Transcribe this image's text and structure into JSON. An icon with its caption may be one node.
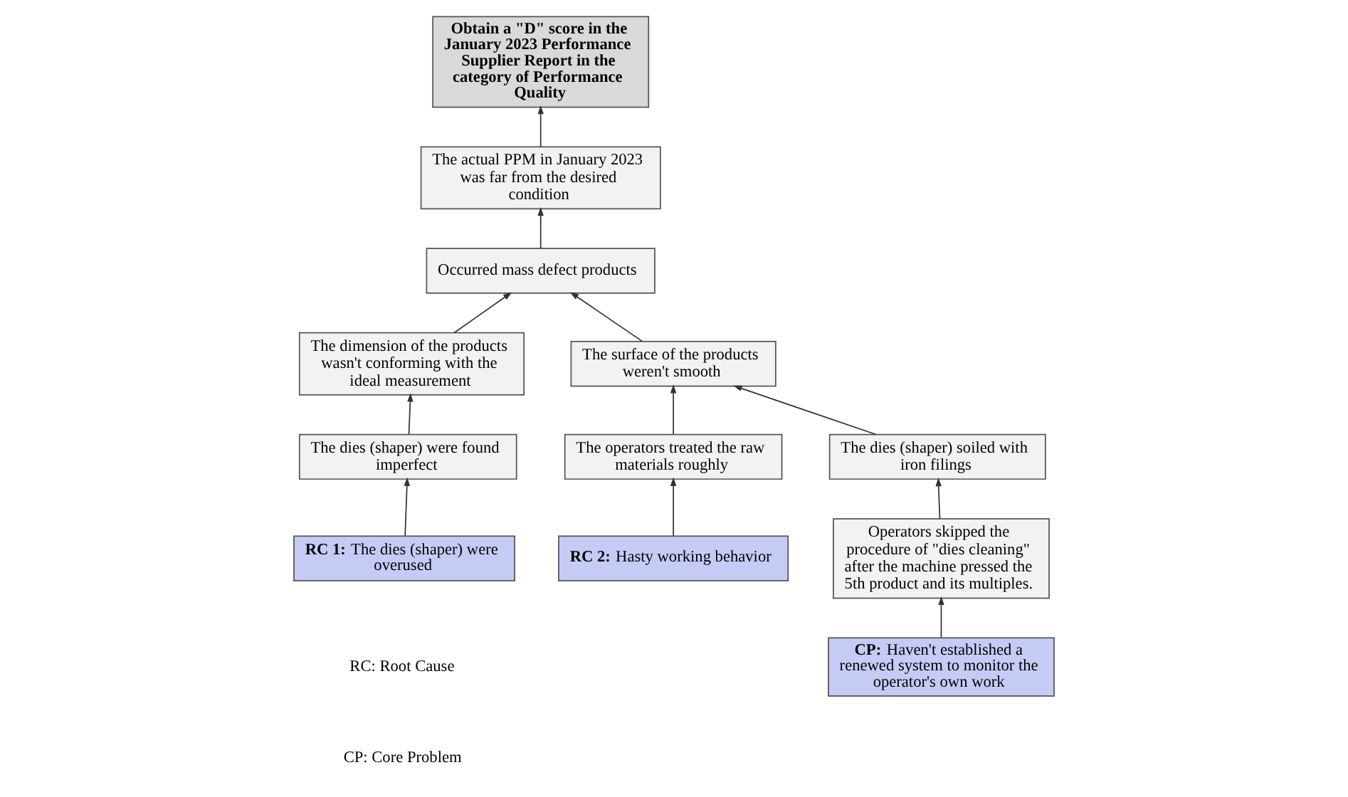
{
  "diagram": {
    "nodes": [
      {
        "text": [
          "Obtain a \"D\" score in the January 2023 Performance Supplier Report in the category of Performance Quality"
        ]
      },
      {
        "text": [
          "The actual PPM in January 2023 was far from the desired condition"
        ]
      },
      {
        "text": [
          "Occurred mass defect products"
        ]
      },
      {
        "text": [
          "The dimension of the products wasn't conforming with the ideal measurement"
        ]
      },
      {
        "text": [
          "The surface of the products weren't smooth"
        ]
      },
      {
        "text": [
          "The dies (shaper) were found imperfect"
        ]
      },
      {
        "text": [
          "The operators treated the raw materials roughly"
        ]
      },
      {
        "text": [
          "The dies (shaper) soiled with iron filings"
        ]
      },
      {
        "text": [
          "**RC 1:** The dies (shaper) were overused"
        ]
      },
      {
        "text": [
          "**RC 2:** Hasty working behavior"
        ]
      },
      {
        "text": [
          "Operators skipped the procedure of \"dies cleaning\" after the machine pressed the 5th product and its multiples."
        ]
      },
      {
        "text": [
          "**CP:** Haven't established a renewed system to monitor the operator's own work"
        ]
      }
    ],
    "edges": [
      {
        "from": 1,
        "to": 0,
        "arrow": "to"
      },
      {
        "from": 2,
        "to": 1,
        "arrow": "to"
      },
      {
        "from": 3,
        "to": 2,
        "arrow": "to"
      },
      {
        "from": 4,
        "to": 2,
        "arrow": "to"
      },
      {
        "from": 5,
        "to": 3,
        "arrow": "to"
      },
      {
        "from": 6,
        "to": 4,
        "arrow": "to"
      },
      {
        "from": 7,
        "to": 4,
        "arrow": "to"
      },
      {
        "from": 8,
        "to": 5,
        "arrow": "to"
      },
      {
        "from": 9,
        "to": 6,
        "arrow": "to"
      },
      {
        "from": 10,
        "to": 7,
        "arrow": "to"
      },
      {
        "from": 11,
        "to": 10,
        "arrow": "to"
      }
    ],
    "labels": [
      "RC: Root Cause",
      "CP: Core Problem"
    ]
  }
}
